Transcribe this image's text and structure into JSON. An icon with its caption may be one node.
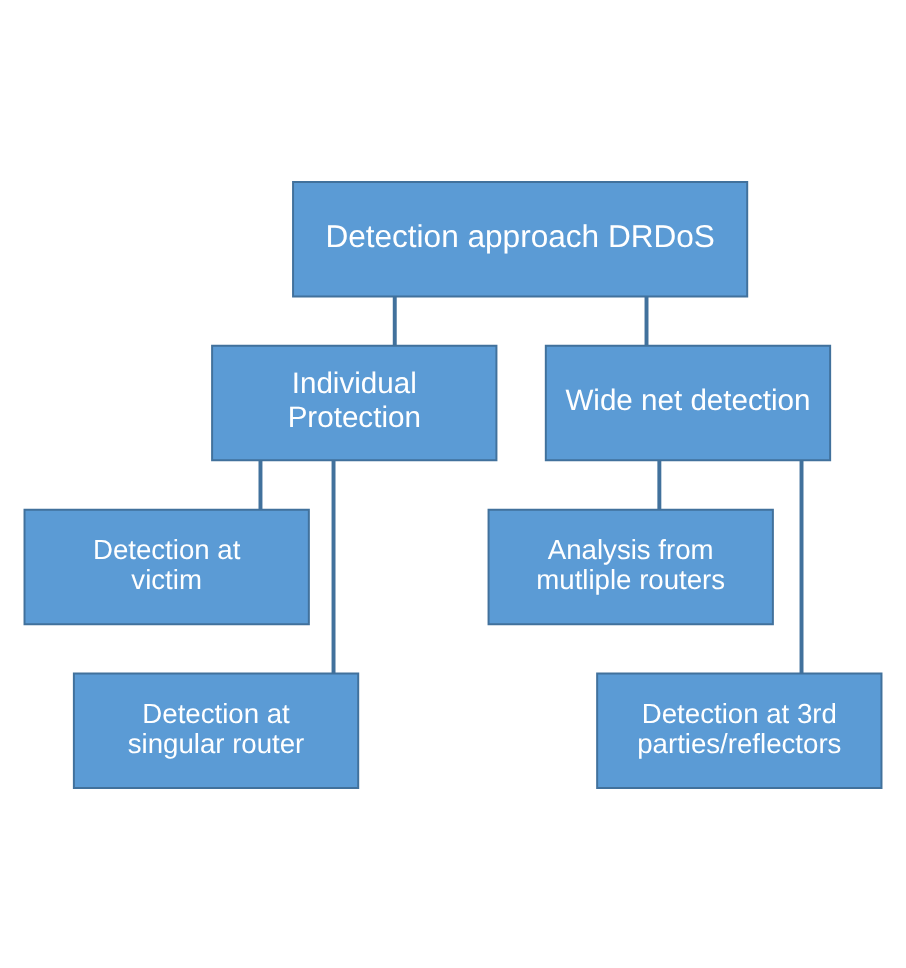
{
  "diagram": {
    "nodes": [
      {
        "text": [
          "Detection approach DRDoS"
        ]
      },
      {
        "text": [
          "Individual Protection"
        ]
      },
      {
        "text": [
          "Wide net detection"
        ]
      },
      {
        "text": [
          "Detection at victim"
        ]
      },
      {
        "text": [
          "Detection at singular router"
        ]
      },
      {
        "text": [
          "Analysis from mutliple routers"
        ]
      },
      {
        "text": [
          "Detection at 3rd parties/reflectors"
        ]
      }
    ],
    "edges": [
      {
        "from": 0,
        "to": 1,
        "arrow": "none"
      },
      {
        "from": 0,
        "to": 2,
        "arrow": "none"
      },
      {
        "from": 1,
        "to": 3,
        "arrow": "none"
      },
      {
        "from": 1,
        "to": 4,
        "arrow": "none"
      },
      {
        "from": 2,
        "to": 5,
        "arrow": "none"
      },
      {
        "from": 2,
        "to": 6,
        "arrow": "none"
      }
    ]
  }
}
